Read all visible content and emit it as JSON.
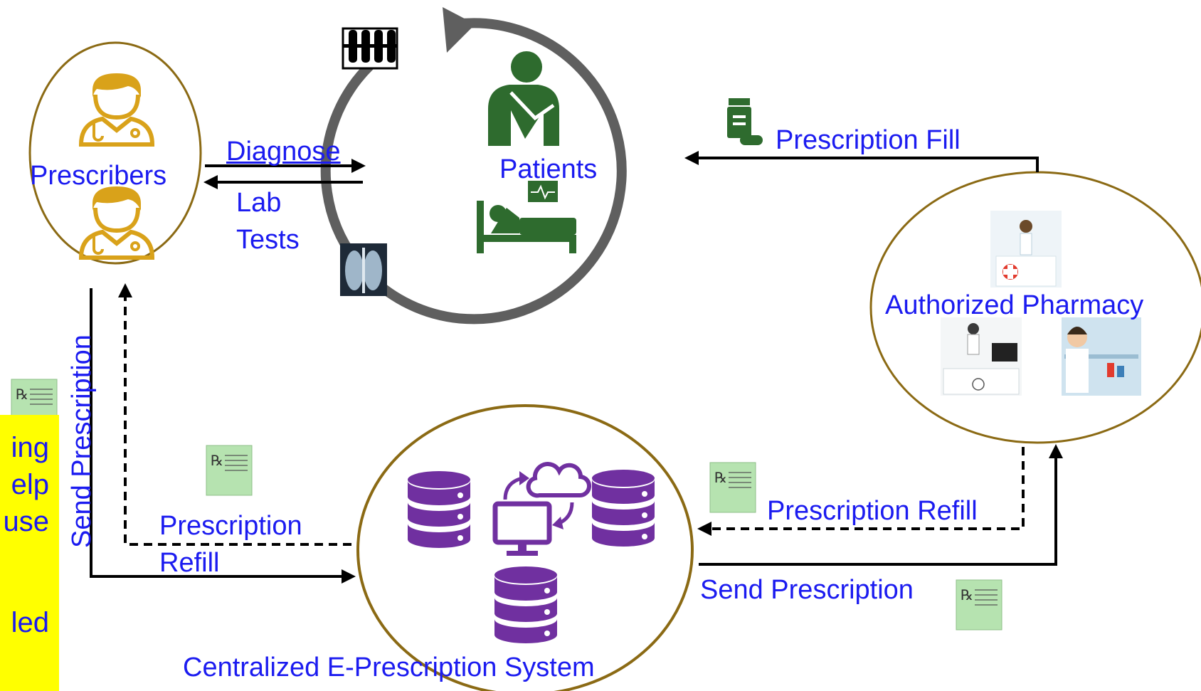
{
  "nodes": {
    "prescribers": "Prescribers",
    "patients": "Patients",
    "pharmacy": "Authorized Pharmacy",
    "system": "Centralized E-Prescription System"
  },
  "edges": {
    "diagnose": "Diagnose",
    "lab_tests_1": "Lab",
    "lab_tests_2": "Tests",
    "prescription_fill": "Prescription Fill",
    "send_prescription_vertical": "Send Prescription",
    "prescription_left_1": "Prescription",
    "prescription_left_2": "Refill",
    "prescription_refill_right": "Prescription Refill",
    "send_prescription_right": "Send Prescription"
  },
  "side_note": {
    "line1": "ing",
    "line2": "elp",
    "line3": "use",
    "line4": "led"
  },
  "icons": {
    "rx_pad": "Rx",
    "monitor_glyph": "-/\\-"
  },
  "colors": {
    "node_border": "#8B6A14",
    "text_blue": "#1b1bf0",
    "doctor_gold": "#D9A21A",
    "patient_green": "#2E6B2E",
    "database_purple": "#7030A0",
    "cycle_gray": "#5f5f5f",
    "note_yellow": "#ffff00",
    "rx_green": "#b6e3b0"
  }
}
